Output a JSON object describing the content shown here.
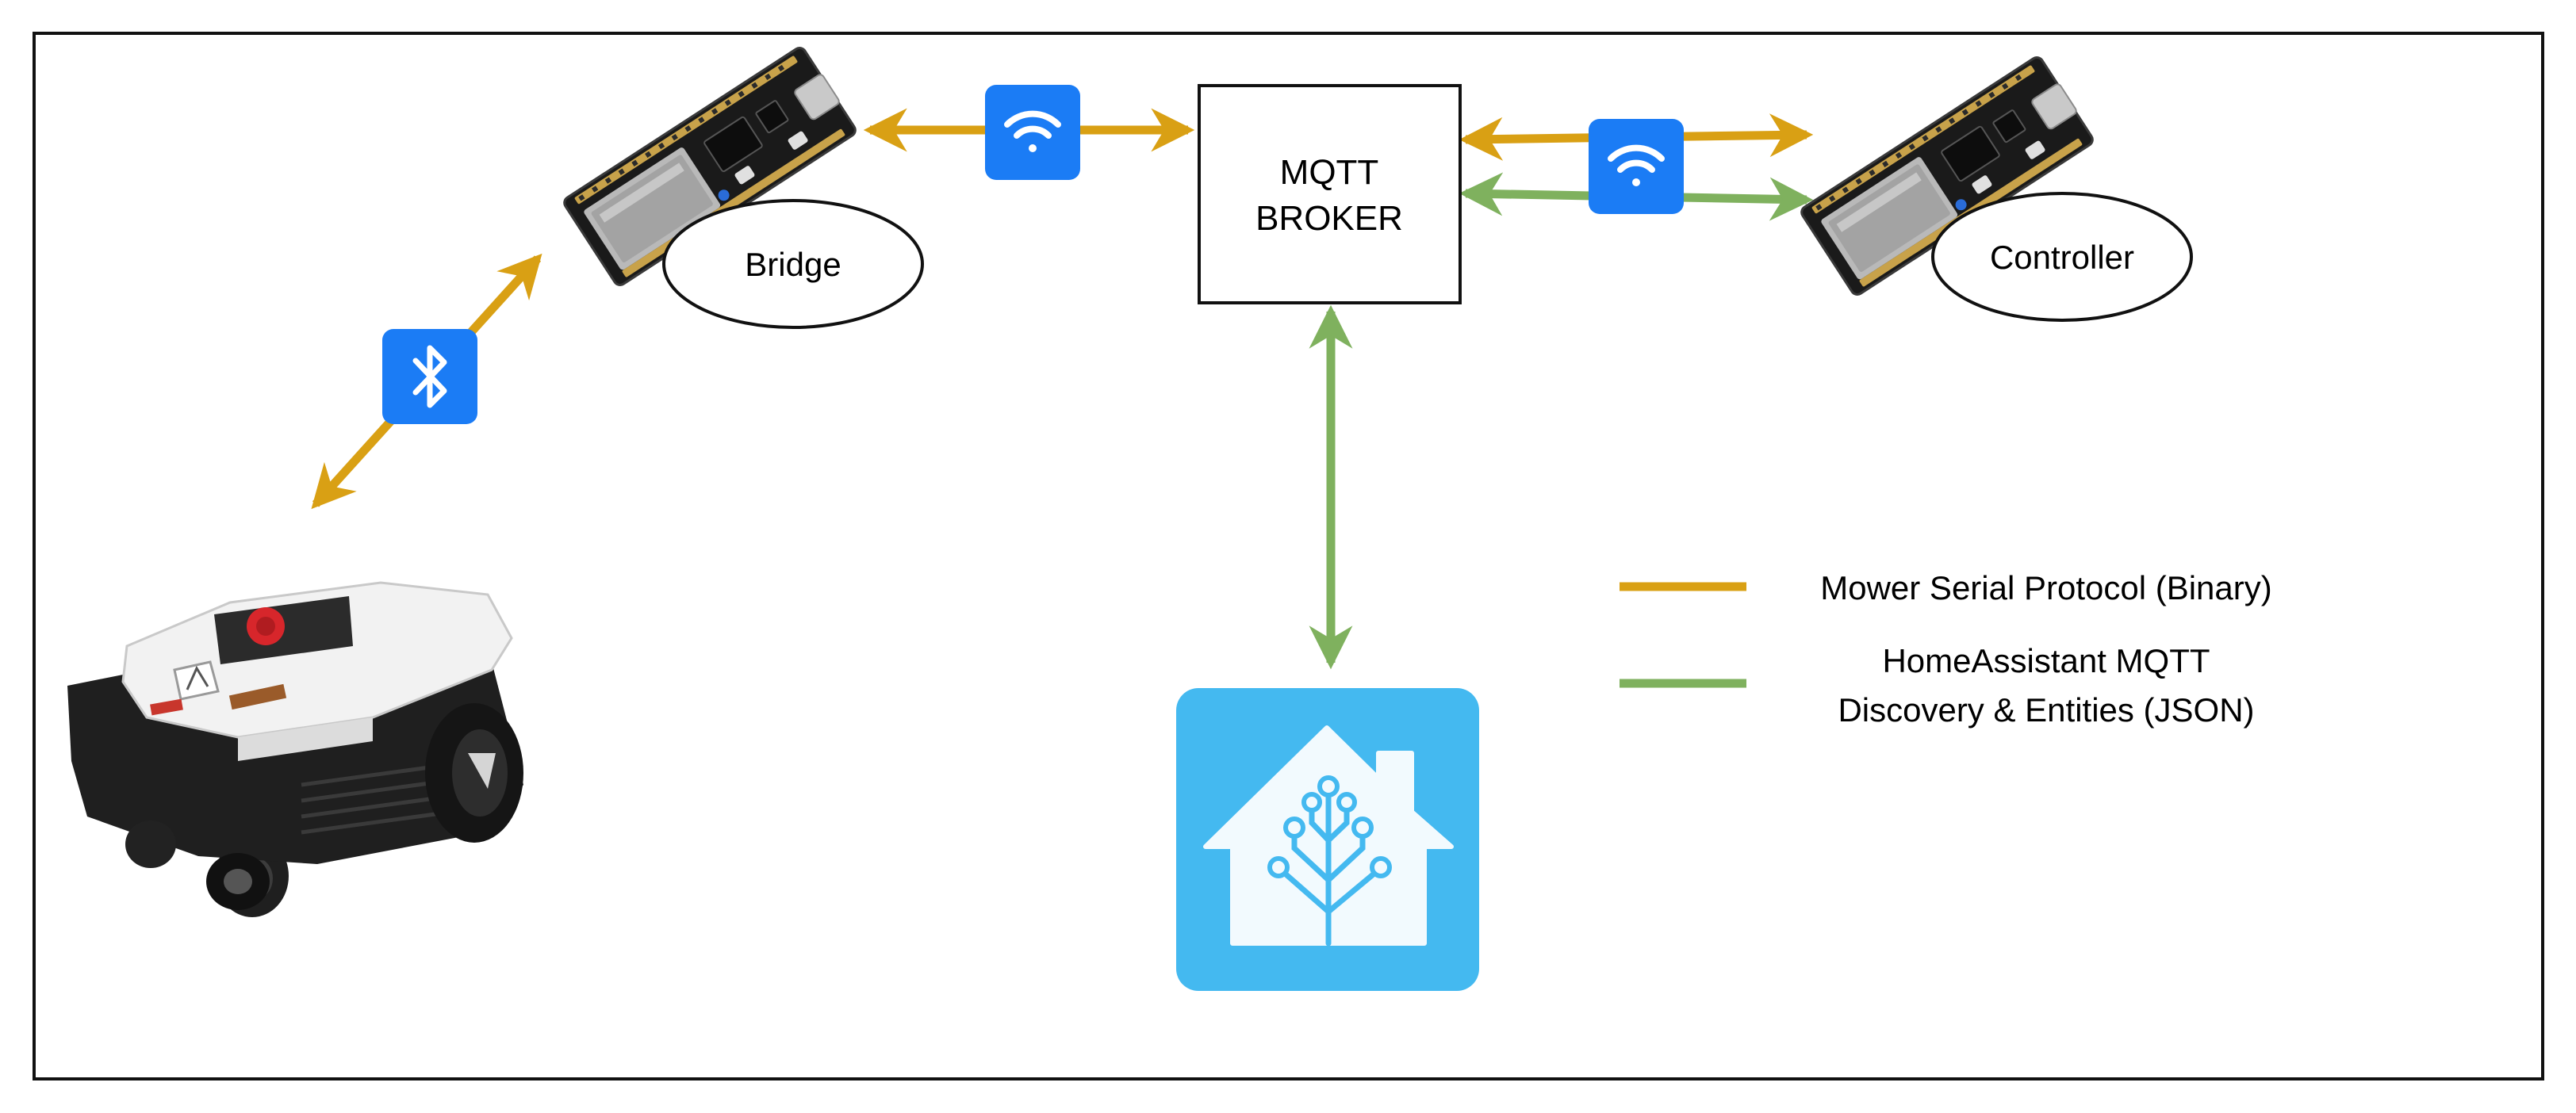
{
  "nodes": {
    "bridge": {
      "label": "Bridge"
    },
    "controller": {
      "label": "Controller"
    },
    "broker": {
      "line1": "MQTT",
      "line2": "BROKER"
    }
  },
  "legend": {
    "serial": {
      "label": "Mower Serial Protocol (Binary)",
      "color": "#D9A014"
    },
    "mqtt": {
      "line1": "HomeAssistant MQTT",
      "line2": "Discovery & Entities (JSON)",
      "color": "#7FB15E"
    }
  },
  "colors": {
    "badge_blue": "#1B7CF5",
    "homeassistant_blue": "#44B9F0",
    "mower_white": "#F2F2F2",
    "mower_black": "#1F1F1F",
    "mower_button_red": "#D7262B",
    "board_black": "#1A1A1A"
  },
  "icons": {
    "wifi_badge": "wifi-icon",
    "bluetooth_badge": "bluetooth-icon",
    "homeassistant": "home-assistant-logo",
    "mower": "robot-lawn-mower",
    "board": "esp32-devboard"
  }
}
